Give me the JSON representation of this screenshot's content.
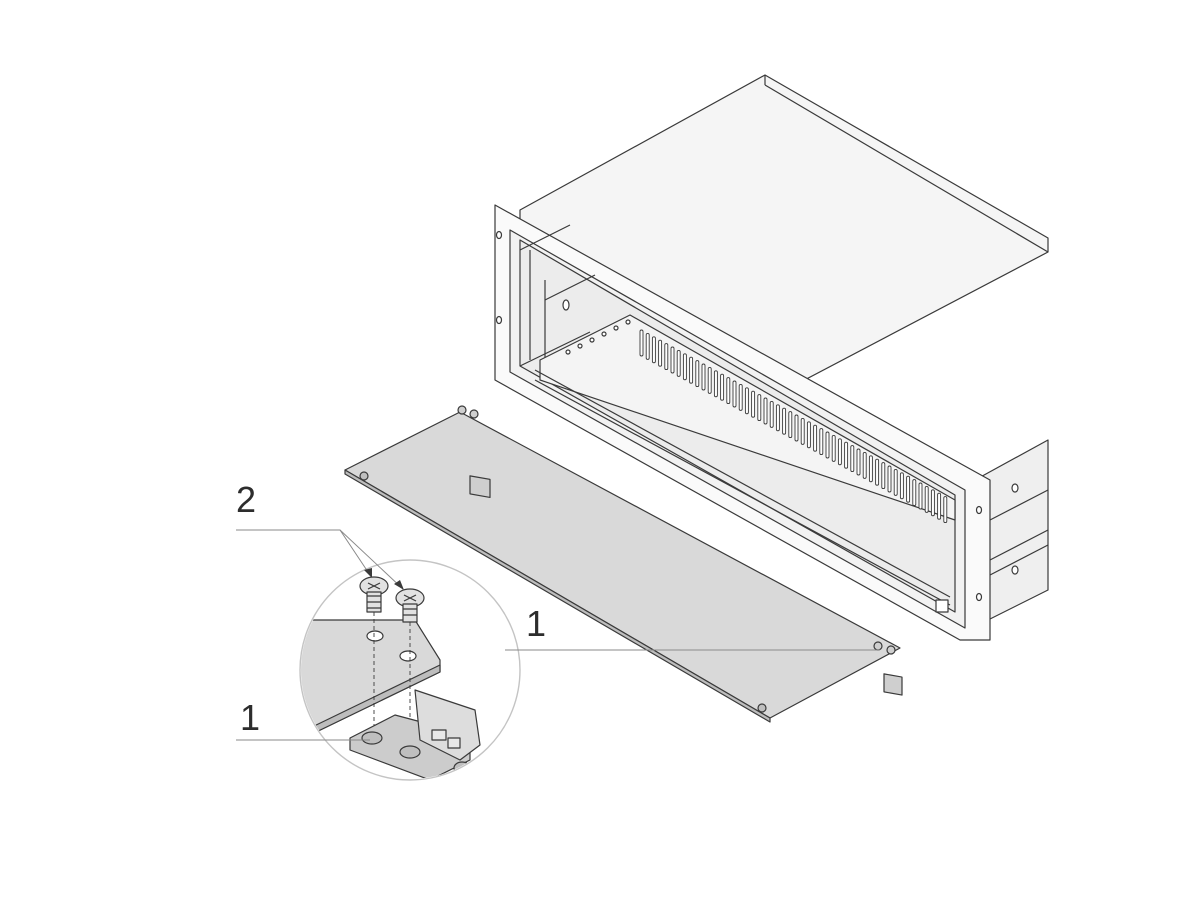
{
  "diagram": {
    "callouts": [
      {
        "id": "screws",
        "text": "2"
      },
      {
        "id": "hinge-on-panel",
        "text": "1"
      },
      {
        "id": "hinge-detail",
        "text": "1"
      }
    ],
    "colors": {
      "line": "#3a3a3a",
      "panel_fill": "#d9d9d9",
      "housing_fill": "#f7f7f7",
      "detail_circle": "#c4c4c4",
      "leader": "#8a8a8a",
      "text": "#2d2d2d"
    }
  }
}
